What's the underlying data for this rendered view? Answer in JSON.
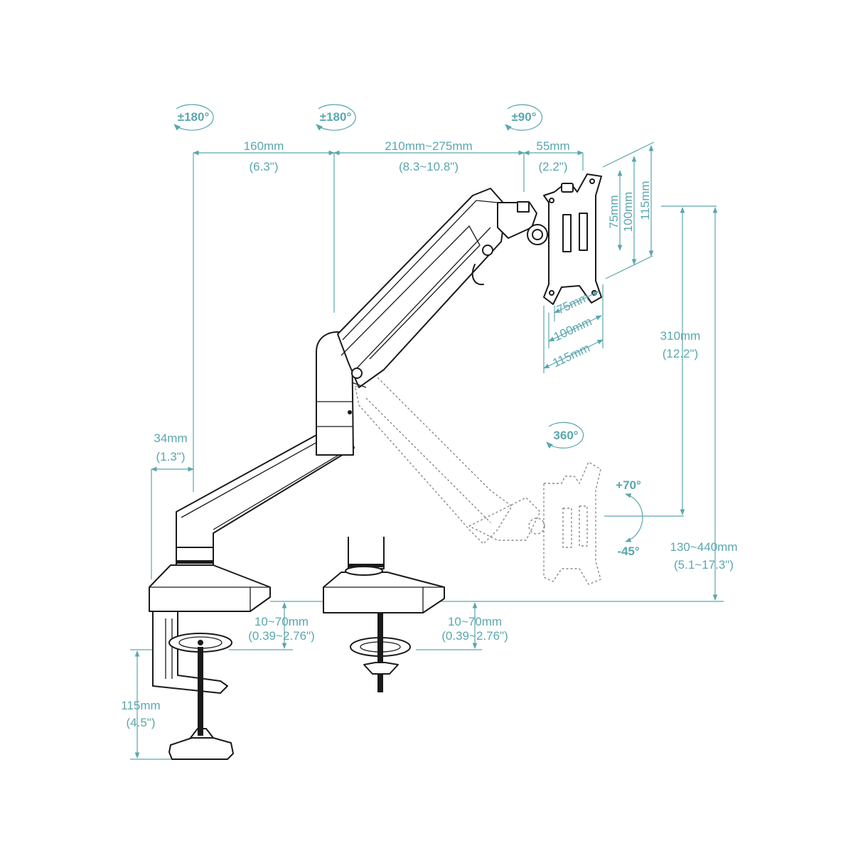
{
  "colors": {
    "dimension": "#5aa7ae",
    "ink": "#1a1a1a",
    "ghost": "#8a8a8a"
  },
  "rotations": {
    "base_swivel": "±180°",
    "elbow_swivel": "±180°",
    "head_rotate": "±90°",
    "vesa_rotate": "360°"
  },
  "tilt": {
    "up": "+70°",
    "down": "-45°"
  },
  "dimensions": {
    "lower_arm": {
      "mm": "160mm",
      "in": "(6.3\")"
    },
    "upper_arm": {
      "mm": "210mm~275mm",
      "in": "(8.3~10.8\")"
    },
    "head": {
      "mm": "55mm",
      "in": "(2.2\")"
    },
    "pole_offset": {
      "mm": "34mm",
      "in": "(1.3\")"
    },
    "height_range": {
      "mm": "310mm",
      "in": "(12.2\")"
    },
    "total_height": {
      "mm": "130~440mm",
      "in": "(5.1~17.3\")"
    },
    "clamp_thickness": {
      "mm": "10~70mm",
      "in": "(0.39~2.76\")"
    },
    "grommet_thickness": {
      "mm": "10~70mm",
      "in": "(0.39~2.76\")"
    },
    "clamp_depth": {
      "mm": "115mm",
      "in": "(4.5\")"
    }
  },
  "vesa": {
    "v75": "75mm",
    "v100": "100mm",
    "v115": "115mm",
    "h75": "75mm",
    "h100": "100mm",
    "h115": "115mm"
  }
}
